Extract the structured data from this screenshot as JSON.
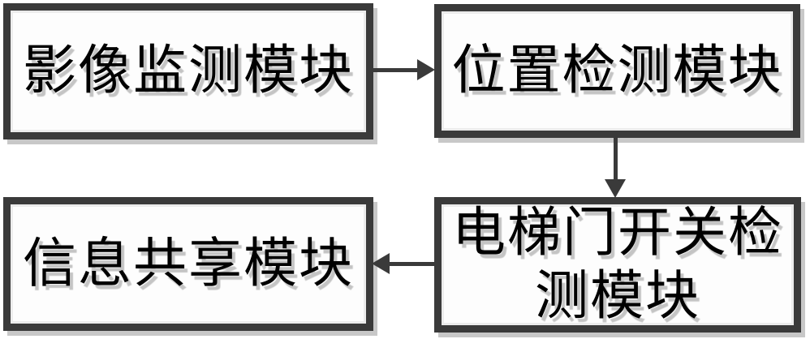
{
  "diagram": {
    "title": "elevator-monitoring-module-flow",
    "colors": {
      "background": "#ffffff",
      "node_border": "#3a3a3a",
      "node_fill": "#fdfdfd",
      "drop_shadow": "#c8c8c8",
      "text": "#000000",
      "arrow": "#3a3a3a"
    },
    "nodes": [
      {
        "id": "image-monitoring",
        "label": "影像监测模块"
      },
      {
        "id": "position-detection",
        "label": "位置检测模块"
      },
      {
        "id": "elevator-door-detection",
        "label": "电梯门开关检测模块"
      },
      {
        "id": "information-sharing",
        "label": "信息共享模块"
      }
    ],
    "edges": [
      {
        "from": "image-monitoring",
        "to": "position-detection",
        "direction": "right"
      },
      {
        "from": "position-detection",
        "to": "elevator-door-detection",
        "direction": "down"
      },
      {
        "from": "elevator-door-detection",
        "to": "information-sharing",
        "direction": "left"
      }
    ]
  }
}
